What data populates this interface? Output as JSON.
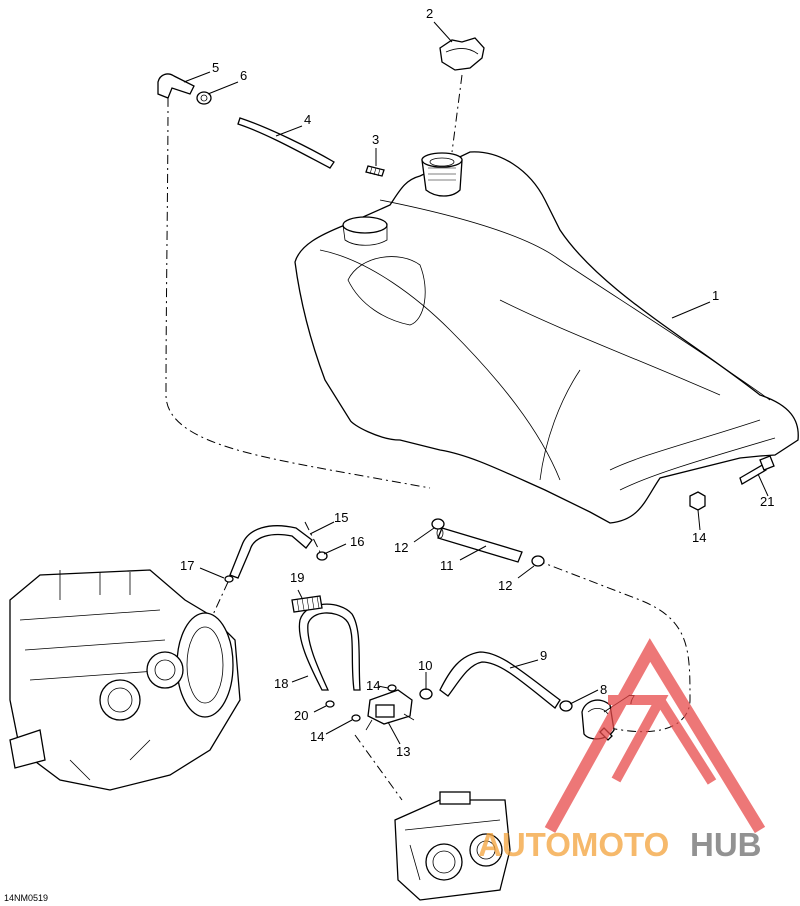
{
  "diagram": {
    "reference_code": "14NM0519",
    "callouts": [
      "1",
      "2",
      "3",
      "4",
      "5",
      "6",
      "7",
      "8",
      "9",
      "10",
      "11",
      "12",
      "12",
      "13",
      "14",
      "14",
      "14",
      "15",
      "16",
      "17",
      "18",
      "19",
      "20",
      "21"
    ]
  },
  "watermark": {
    "part1": "AUTOMOTO",
    "part2": "HUB",
    "color_red": "#e84a4a",
    "color_orange": "#f3a23a",
    "color_gray": "#6e6e6e"
  }
}
